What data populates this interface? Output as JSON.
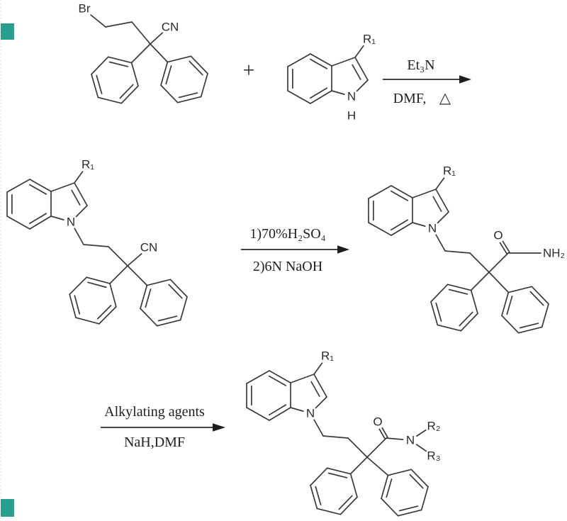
{
  "molecules": {
    "bromonitrile": {
      "br": "Br",
      "cn": "CN"
    },
    "indole_reactant": {
      "r1": "R₁",
      "n": "N",
      "h": "H"
    },
    "alkylated_nitrile": {
      "r1": "R₁",
      "n": "N",
      "cn": "CN"
    },
    "amide": {
      "r1": "R₁",
      "n": "N",
      "o": "O",
      "nh2": "NH₂"
    },
    "final_product": {
      "r1": "R₁",
      "n": "N",
      "o": "O",
      "amide_n": "N",
      "r2": "R₂",
      "r3": "R₃"
    }
  },
  "operators": {
    "plus": "+"
  },
  "arrows": {
    "step1": {
      "above": "Et₃N",
      "below": "DMF,",
      "heat": "△"
    },
    "step2": {
      "above": "1)70%H₂SO₄",
      "below": "2)6N NaOH"
    },
    "step3": {
      "above": "Alkylating agents",
      "below": "NaH,DMF"
    }
  },
  "markers": {
    "color": "#2a9d8f"
  }
}
